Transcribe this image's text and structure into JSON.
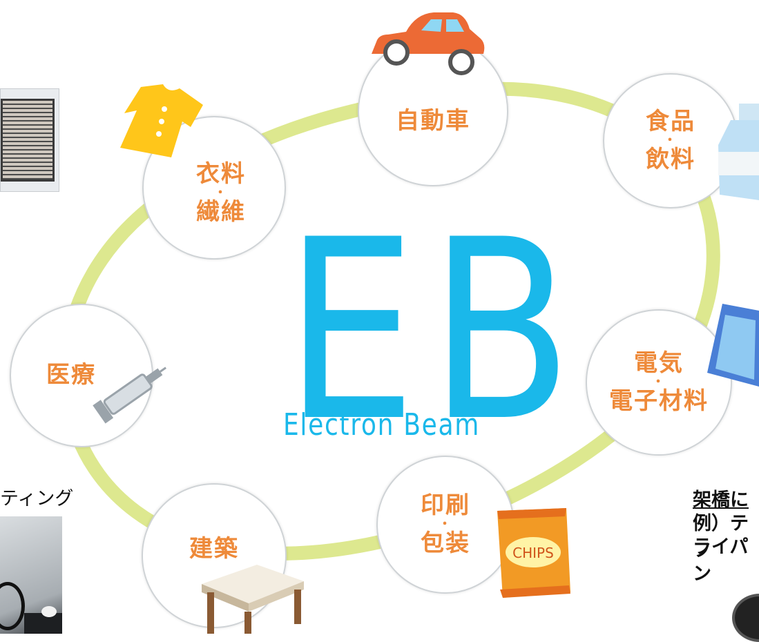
{
  "center": {
    "title": "EB",
    "subtitle": "Electron Beam"
  },
  "nodes": [
    {
      "id": "jidousha",
      "lines": [
        "自動車"
      ]
    },
    {
      "id": "shokuhin",
      "lines": [
        "食品",
        "・",
        "飲料"
      ]
    },
    {
      "id": "denki",
      "lines": [
        "電気",
        "・",
        "電子材料"
      ]
    },
    {
      "id": "insatsu",
      "lines": [
        "印刷",
        "・",
        "包装"
      ]
    },
    {
      "id": "kenchiku",
      "lines": [
        "建築"
      ]
    },
    {
      "id": "iryou",
      "lines": [
        "医療"
      ]
    },
    {
      "id": "iryou-fiber",
      "lines": [
        "衣料",
        "・",
        "繊維"
      ]
    }
  ],
  "side_texts": {
    "left_caption": "ティング",
    "right_caption_1": "架橋に",
    "right_caption_2": "例）テフ",
    "right_caption_3": "ライパン"
  },
  "colors": {
    "accent_orange": "#ee8a3a",
    "eb_blue": "#1ab8ea",
    "ring_green": "#dde88f"
  },
  "icons": [
    "car-icon",
    "shirt-icon",
    "bottle-icon",
    "phone-icon",
    "chips-bag-icon",
    "table-icon",
    "syringe-icon",
    "filter-photo",
    "cloth-photo",
    "pan-photo"
  ]
}
